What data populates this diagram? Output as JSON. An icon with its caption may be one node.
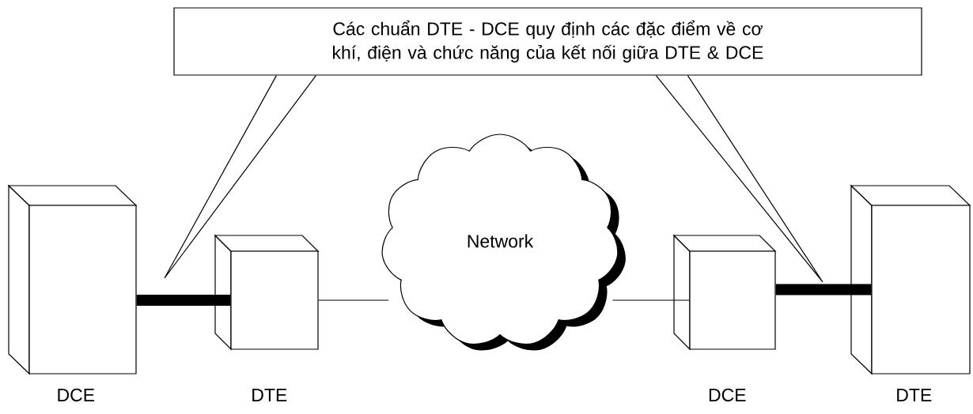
{
  "diagram": {
    "nodes": [
      {
        "text": [
          "Các chuẩn DTE - DCE quy định các đặc điểm về cơ khí, điện và chức năng của kết nối giữa DTE & DCE"
        ]
      },
      {
        "text": [
          "DCE"
        ]
      },
      {
        "text": [
          "DTE"
        ]
      },
      {
        "text": [
          "Network"
        ]
      },
      {
        "text": [
          "DCE"
        ]
      },
      {
        "text": [
          "DTE"
        ]
      }
    ],
    "edges": [
      {
        "from": 1,
        "to": 2,
        "arrow": "none",
        "style": "thick"
      },
      {
        "from": 2,
        "to": 3,
        "arrow": "none"
      },
      {
        "from": 3,
        "to": 4,
        "arrow": "none"
      },
      {
        "from": 4,
        "to": 5,
        "arrow": "none",
        "style": "thick"
      },
      {
        "from": 0,
        "to": null,
        "arrow": "none"
      },
      {
        "from": 0,
        "to": null,
        "arrow": "none"
      }
    ]
  }
}
